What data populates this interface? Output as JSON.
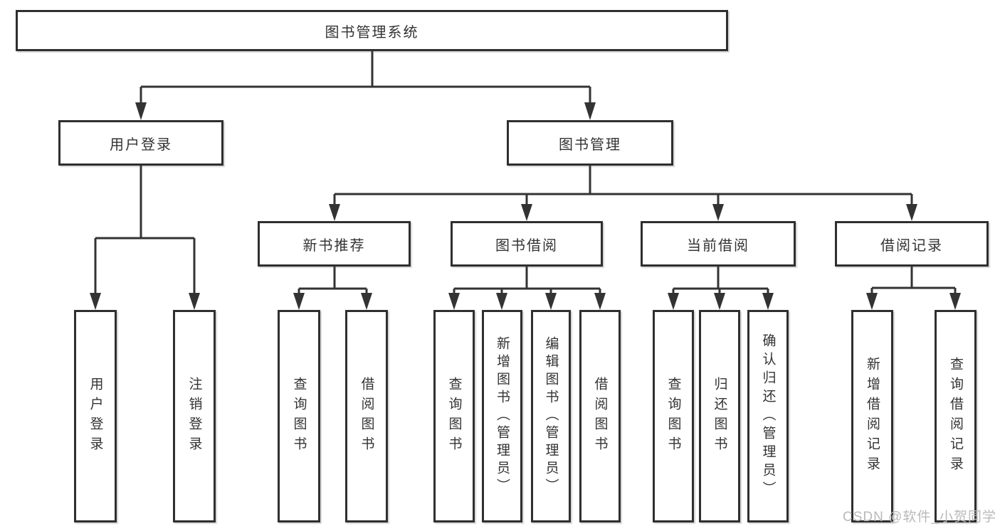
{
  "tree": {
    "label": "图书管理系统",
    "children": [
      {
        "label": "用户登录",
        "children": [
          {
            "label": "用户登录"
          },
          {
            "label": "注销登录"
          }
        ]
      },
      {
        "label": "图书管理",
        "children": [
          {
            "label": "新书推荐",
            "children": [
              {
                "label": "查询图书"
              },
              {
                "label": "借阅图书"
              }
            ]
          },
          {
            "label": "图书借阅",
            "children": [
              {
                "label": "查询图书"
              },
              {
                "label": "新增图书（管理员）"
              },
              {
                "label": "编辑图书（管理员）"
              },
              {
                "label": "借阅图书"
              }
            ]
          },
          {
            "label": "当前借阅",
            "children": [
              {
                "label": "查询图书"
              },
              {
                "label": "归还图书"
              },
              {
                "label": "确认归还（管理员）"
              }
            ]
          },
          {
            "label": "借阅记录",
            "children": [
              {
                "label": "新增借阅记录"
              },
              {
                "label": "查询借阅记录"
              }
            ]
          }
        ]
      }
    ]
  },
  "watermark": {
    "text": "CSDN @软件_小贺同学"
  },
  "colors": {
    "line": "#333333",
    "box_border": "#2f2f2f",
    "box_bg": "#ffffff",
    "text": "#333333",
    "watermark": "#b9b9bc"
  }
}
